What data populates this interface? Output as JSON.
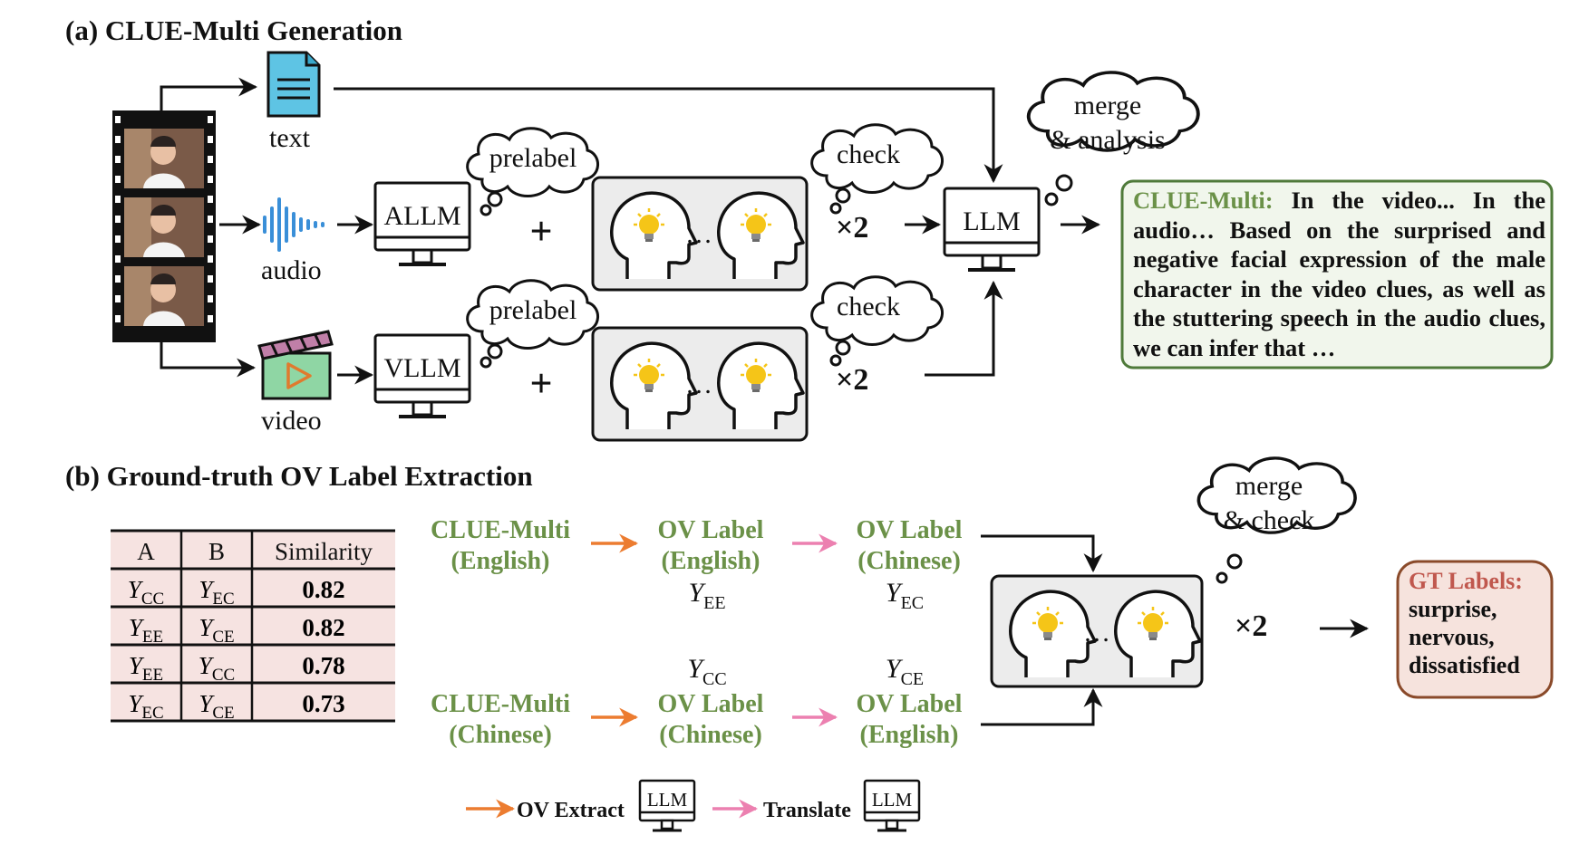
{
  "section_a": {
    "title": "(a) CLUE-Multi Generation",
    "modalities": [
      "text",
      "audio",
      "video"
    ],
    "models": {
      "allm": "ALLM",
      "vllm": "VLLM",
      "llm": "LLM"
    },
    "clouds": {
      "prelabel": "prelabel",
      "check": "check",
      "merge1": "merge",
      "merge2": "& analysis"
    },
    "plus": "+",
    "ellipsis": "…",
    "times": "×2",
    "output": {
      "title": "CLUE-Multi:",
      "body": "In the video... In the audio… Based on the surprised and negative facial expression of the male character in the video clues, as well as the stuttering speech in the audio clues, we can infer that …"
    }
  },
  "section_b": {
    "title": "(b) Ground-truth OV Label Extraction",
    "table": {
      "headers": [
        "A",
        "B",
        "Similarity"
      ],
      "rows": [
        {
          "a": "Y",
          "a_sub": "CC",
          "b": "Y",
          "b_sub": "EC",
          "sim": "0.82"
        },
        {
          "a": "Y",
          "a_sub": "EE",
          "b": "Y",
          "b_sub": "CE",
          "sim": "0.82"
        },
        {
          "a": "Y",
          "a_sub": "EE",
          "b": "Y",
          "b_sub": "CC",
          "sim": "0.78"
        },
        {
          "a": "Y",
          "a_sub": "EC",
          "b": "Y",
          "b_sub": "CE",
          "sim": "0.73"
        }
      ]
    },
    "flow_top": {
      "src": [
        "CLUE-Multi",
        "(English)"
      ],
      "mid": [
        "OV Label",
        "(English)"
      ],
      "mid_sym": "Y",
      "mid_sub": "EE",
      "dst": [
        "OV Label",
        "(Chinese)"
      ],
      "dst_sym": "Y",
      "dst_sub": "EC"
    },
    "flow_bottom": {
      "src": [
        "CLUE-Multi",
        "(Chinese)"
      ],
      "mid": [
        "OV Label",
        "(Chinese)"
      ],
      "mid_sym": "Y",
      "mid_sub": "CC",
      "dst": [
        "OV Label",
        "(English)"
      ],
      "dst_sym": "Y",
      "dst_sub": "CE"
    },
    "cloud": {
      "line1": "merge",
      "line2": "& check"
    },
    "ellipsis": "…",
    "times": "×2",
    "gt": {
      "title": "GT Labels:",
      "labels": [
        "surprise,",
        "nervous,",
        "dissatisfied"
      ]
    },
    "legend": {
      "extract": "OV Extract",
      "translate": "Translate",
      "llm": "LLM"
    }
  },
  "colors": {
    "green_text": "#6b9148",
    "green_border": "#4f7a3a",
    "green_fill": "#f1f6ec",
    "red_text": "#c0584e",
    "red_border": "#8a4a2a",
    "red_fill": "#f6e3dd",
    "orange_arrow": "#ec7c30",
    "pink_arrow": "#ec80b0",
    "table_fill": "#f6e3e1",
    "panel_fill": "#ececec",
    "bulb": "#f5c518"
  }
}
